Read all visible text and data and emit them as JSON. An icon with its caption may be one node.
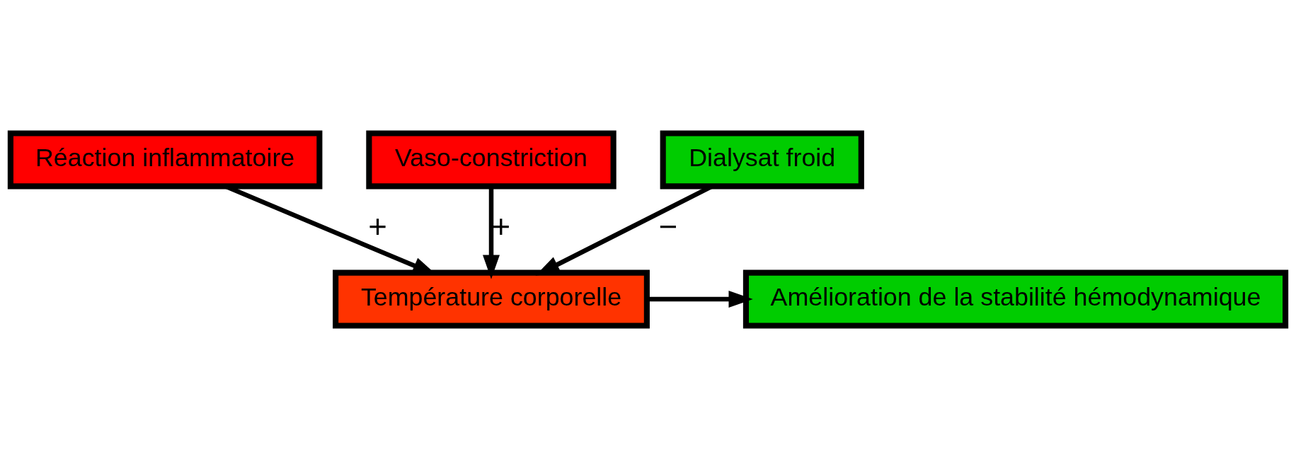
{
  "diagram": {
    "nodes": [
      {
        "text": [
          "Réaction inflammatoire"
        ]
      },
      {
        "text": [
          "Vaso-constriction"
        ]
      },
      {
        "text": [
          "Température corporelle"
        ]
      },
      {
        "text": [
          "Amélioration de la stabilité hémodynamique"
        ]
      },
      {
        "text": [
          "Dialysat froid"
        ]
      }
    ],
    "edges": [
      {
        "from": 0,
        "to": 2,
        "arrow": "to",
        "label": "+"
      },
      {
        "from": 1,
        "to": 2,
        "arrow": "to",
        "label": "+"
      },
      {
        "from": 2,
        "to": 3,
        "arrow": "to"
      },
      {
        "from": 4,
        "to": 2,
        "arrow": "to",
        "label": "−"
      }
    ]
  }
}
